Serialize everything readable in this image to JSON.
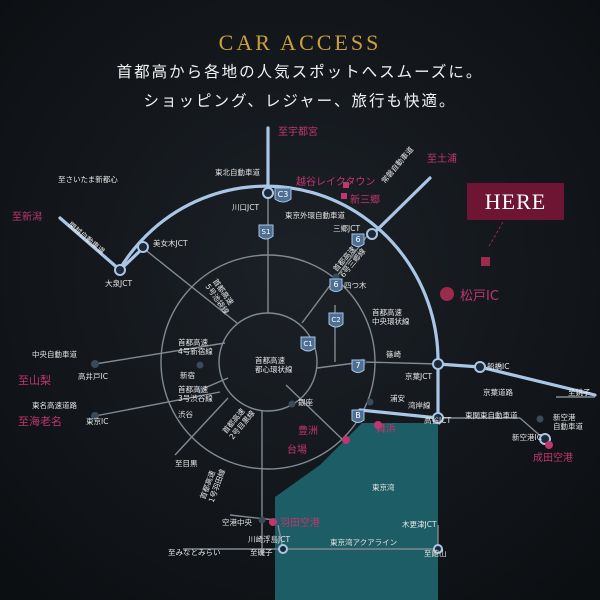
{
  "title": "CAR ACCESS",
  "subtitle_line1": "首都高から各地の人気スポットへスムーズに。",
  "subtitle_line2": "ショッピング、レジャー、旅行も快適。",
  "here_label": "HERE",
  "colors": {
    "background": "#111518",
    "road": "#a9c6e6",
    "inner_road": "#808a92",
    "bay": "#1d5d65",
    "accent": "#c9a03a",
    "highlight": "#c0366e",
    "here_box": "#6e1533",
    "here_dot": "#9c2a4c"
  },
  "labels": {
    "utsunomiya": "至宇都宮",
    "tsuchiura": "至土浦",
    "saitama_shintoshin": "至さいたま新都心",
    "niigata": "至新潟",
    "yamanashi": "至山梨",
    "ebina": "至海老名",
    "tohoku_exp": "東北自動車道",
    "kawaguchi_jct": "川口JCT",
    "gaikan": "東京外環自動車道",
    "koshigaya_laketown": "越谷レイクタウン",
    "shin_misato": "新三郷",
    "misato_jct": "三郷JCT",
    "joban_exp": "常磐自動車道",
    "kanetsu_exp": "関越自動車道",
    "bijogi_jct": "美女木JCT",
    "oizumi_jct": "大泉JCT",
    "matsudo_ic": "松戸IC",
    "route5": "首都高速\n5号池袋線",
    "route6": "首都高速\n6号三郷線",
    "yotsugi": "四つ木",
    "central_loop": "首都高速\n中央環状線",
    "route4": "首都高速\n4号新宿線",
    "inner_loop": "首都高速\n都心環状線",
    "chuo_exp": "中央自動車道",
    "takaido_ic": "高井戸IC",
    "shinjuku": "新宿",
    "route3": "首都高速\n3号渋谷線",
    "tomei_exp": "東名高速道路",
    "tokyo_ic": "東京IC",
    "shibuya": "渋谷",
    "route2": "首都高速\n2号目黒線",
    "toyosu": "豊洲",
    "ginza": "銀座",
    "shinozaki": "篠崎",
    "keiyo_jct": "京葉JCT",
    "funabashi_ic": "船橋IC",
    "urayasu": "浦安",
    "wangan": "湾岸線",
    "maihama": "舞浜",
    "takaya_jct": "高谷JCT",
    "keiyo_road": "京葉道路",
    "higashikanto_exp": "東関東自動車道",
    "to_choshi": "至銚子",
    "shin_kuko_exp": "新空港\n自動車道",
    "shin_kuko_ic": "新空港IC",
    "narita_airport": "成田空港",
    "daiba": "台場",
    "to_meguro": "至目黒",
    "route1": "首都高速\n1号羽田線",
    "tokyo_bay": "東京湾",
    "kuko_chuo": "空港中央",
    "haneda_airport": "羽田空港",
    "kisarazu_jct": "木更津JCT",
    "kawasaki_ukishima_jct": "川崎浮島JCT",
    "aqualine": "東京湾アクアライン",
    "to_minatomirai": "至みなとみらい",
    "to_isogo": "至磯子",
    "to_tateyama": "至館山"
  },
  "shields": {
    "c3": "C3",
    "s1": "S1",
    "r6": "6",
    "r6b": "6",
    "c2": "C2",
    "c1": "C1",
    "r7": "7",
    "b": "B"
  }
}
